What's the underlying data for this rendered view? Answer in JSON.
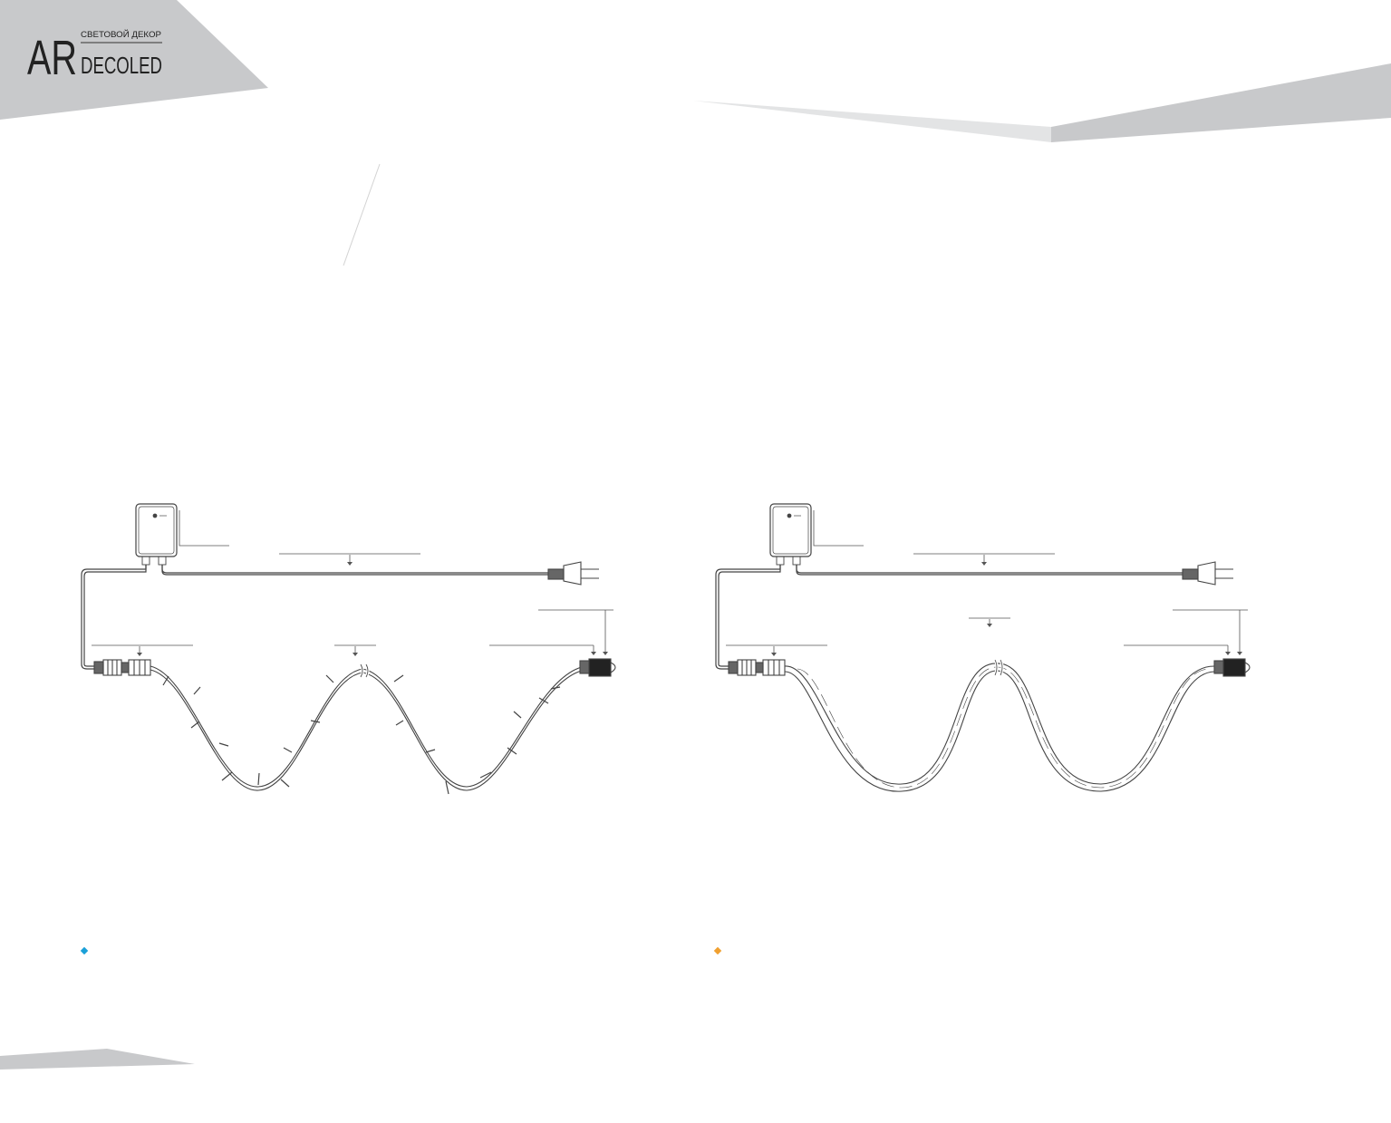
{
  "logo": {
    "letters": "AR",
    "tagline": "СВЕТОВОЙ ДЕКОР",
    "brand": "DECOLED"
  },
  "colors": {
    "band_gray": "#c8c9cb",
    "band_light": "#e3e4e5",
    "line": "#444444",
    "thin_line": "#777777",
    "bullet_left": "#1aa0d8",
    "bullet_right": "#f0a030"
  },
  "diagrams": [
    {
      "id": "string-light",
      "bullet_color": "bullet_left"
    },
    {
      "id": "flex-strip-light",
      "bullet_color": "bullet_right"
    }
  ]
}
